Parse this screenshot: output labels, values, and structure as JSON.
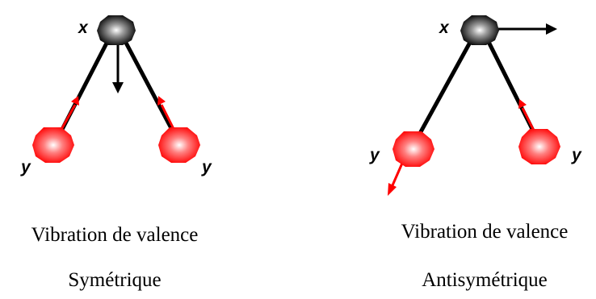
{
  "colors": {
    "bond": "#000000",
    "central_atom": "#000000",
    "outer_atom": "#ff0000",
    "arrow_central": "#000000",
    "arrow_outer": "#ff0000"
  },
  "modes": [
    {
      "center_label": "x",
      "outer_label_left": "y",
      "outer_label_right": "y",
      "caption_line1": "Vibration de valence",
      "caption_line2": "Symétrique"
    },
    {
      "center_label": "x",
      "outer_label_left": "y",
      "outer_label_right": "y",
      "caption_line1": "Vibration de valence",
      "caption_line2": "Antisymétrique"
    }
  ]
}
